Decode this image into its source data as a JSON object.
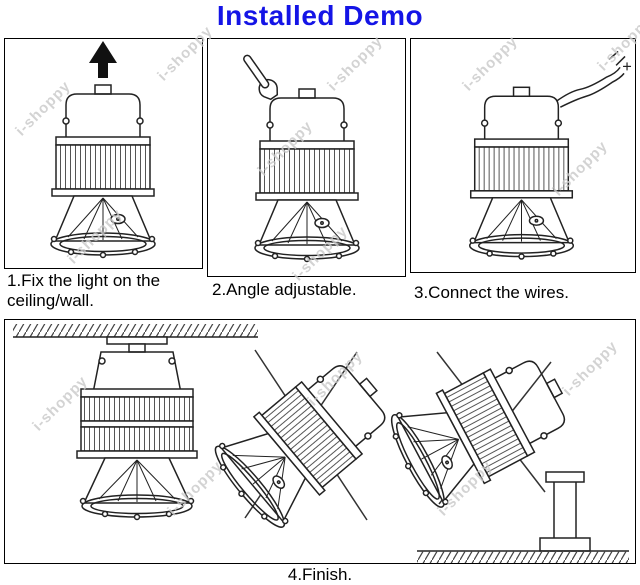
{
  "title": "Installed Demo",
  "watermark": "i-shoppy",
  "colors": {
    "title_blue": "#1414e6",
    "line_black": "#222222",
    "watermark_gray": "#c9c9c9"
  },
  "steps": [
    {
      "caption": "1.Fix the light on the ceiling/wall."
    },
    {
      "caption": "2.Angle adjustable."
    },
    {
      "caption": "3.Connect the wires."
    },
    {
      "caption": "4.Finish."
    }
  ]
}
